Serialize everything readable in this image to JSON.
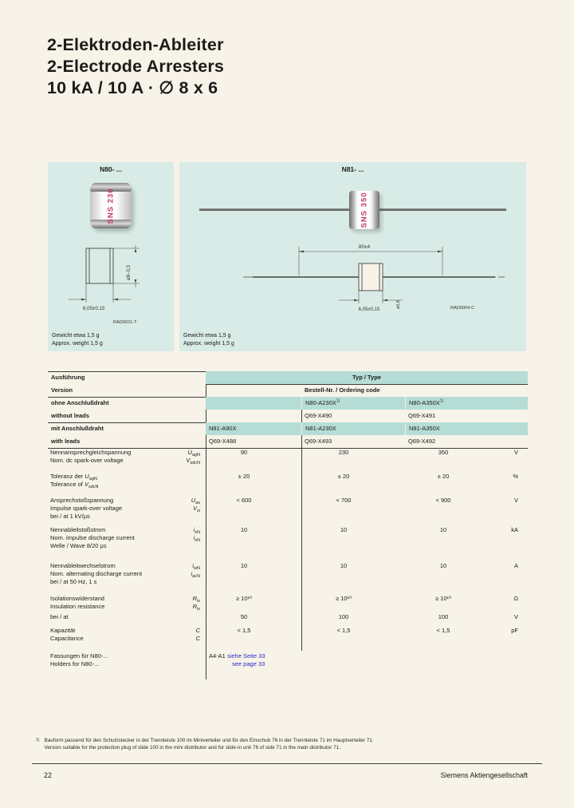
{
  "colors": {
    "page_bg": "#f7f3e8",
    "panel_bg": "#d9ebe6",
    "table_teal": "#b6ddd5",
    "link_blue": "#2a2ac8",
    "marking_red": "#c23a5e"
  },
  "header": {
    "title_line1": "2-Elektroden-Ableiter",
    "title_line2": "2-Electrode Arresters",
    "title_line3": "10 kA / 10 A · ∅ 8 x 6"
  },
  "panels": {
    "left": {
      "title": "N80- ...",
      "marking": "SNS 230",
      "dims": {
        "body_width": "6,05±0,15",
        "diameter": "ø8−0,3"
      },
      "ref": "RAD0021-T",
      "weight_de": "Gewicht etwa 1,5 g",
      "weight_en": "Approx. weight 1,5 g"
    },
    "right": {
      "title": "N81- ...",
      "marking": "SNS 350",
      "dims": {
        "total_length": "80±4",
        "body_width": "6,05±0,15",
        "lead_diameter": "ø0,8"
      },
      "ref": "RAD0004-C",
      "weight_de": "Gewicht etwa 1,5 g",
      "weight_en": "Approx. weight 1,5 g"
    }
  },
  "table": {
    "corner": {
      "de": "Ausführung",
      "en": "Version"
    },
    "type_header": "Typ / Type",
    "order_header": "Bestell-Nr. / Ordering code",
    "variants": [
      {
        "label_de": "ohne Anschlußdraht",
        "label_en": "without leads",
        "types": [
          "",
          "N80-A230X",
          "N80-A350X"
        ],
        "sup": "1)",
        "codes": [
          "",
          "Q69-X490",
          "Q69-X491"
        ]
      },
      {
        "label_de": "mit Anschlußdraht",
        "label_en": "with leads",
        "types": [
          "N81-A90X",
          "N81-A230X",
          "N81-A350X"
        ],
        "sup": "",
        "codes": [
          "Q69-X488",
          "Q69-X493",
          "Q69-X492"
        ]
      }
    ],
    "rows": [
      {
        "label1": "Nennansprechgleichspannung",
        "label2": "Nom. dc spark-over voltage",
        "sym1": "U",
        "sub1": "agN",
        "sym2": "V",
        "sub2": "sdcN",
        "v1": "90",
        "v2": "230",
        "v3": "350",
        "unit": "V"
      },
      {
        "label1": "Toleranz der",
        "label2": "Tolerance of",
        "sym1": "U",
        "sub1": "agN",
        "sym2": "V",
        "sub2": "sdcN",
        "v1": "± 20",
        "v2": "± 20",
        "v3": "± 20",
        "unit": "%"
      },
      {
        "label1": "Ansprechstoßspannung",
        "label2": "Impulse spark-over voltage",
        "label3": "bei / at 1 kV/µs",
        "sym1": "U",
        "sub1": "as",
        "sym2": "V",
        "sub2": "si",
        "v1": "< 600",
        "v2": "< 700",
        "v3": "< 900",
        "unit": "V"
      },
      {
        "label1": "Nennableitstoßstrom",
        "label2": "Nom. impulse discharge current",
        "label3": "Welle / Wave 8/20 µs",
        "sym1": "i",
        "sub1": "sN",
        "sym2": "i",
        "sub2": "sN",
        "v1": "10",
        "v2": "10",
        "v3": "10",
        "unit": "kA"
      },
      {
        "label1": "Nennableitwechselstrom",
        "label2": "Nom. alternating discharge current",
        "label3": "bei / at 50 Hz, 1 s",
        "sym1": "i",
        "sub1": "wN",
        "sym2": "i",
        "sub2": "acN",
        "v1": "10",
        "v2": "10",
        "v3": "10",
        "unit": "A"
      },
      {
        "label1": "Isolationswiderstand",
        "label2": "Insulation resistance",
        "label3": "bei / at",
        "sym1": "R",
        "sub1": "is",
        "sym2": "R",
        "sub2": "is",
        "v1": "≥ 10¹⁰",
        "v2": "≥ 10¹⁰",
        "v3": "≥ 10¹⁰",
        "unit": "Ω",
        "v1b": "50",
        "v2b": "100",
        "v3b": "100",
        "unitb": "V"
      },
      {
        "label1": "Kapazität",
        "label2": "Capacitance",
        "sym1": "C",
        "sub1": "",
        "sym2": "C",
        "sub2": "",
        "v1": "< 1,5",
        "v2": "< 1,5",
        "v3": "< 1,5",
        "unit": "pF"
      }
    ],
    "holders": {
      "label_de": "Fassungen für N80-...",
      "label_en": "Holders for N80-...",
      "value": "A4-A1",
      "link_de": "siehe Seite 33",
      "link_en": "see page 33"
    }
  },
  "footnote": {
    "marker": "1)",
    "de": "Bauform passend für den Schutzstecker in der Trennleiste 100 im Miniverteiler und für den Einschub 76 in der Trennleiste 71 im Hauptverteiler 71.",
    "en": "Version suitable for the protection plug of slide 100 in the mini distributor and for slide-in unit 76 of side 71 in the main distributor 71."
  },
  "footer": {
    "page": "22",
    "company": "Siemens Aktiengesellschaft"
  }
}
